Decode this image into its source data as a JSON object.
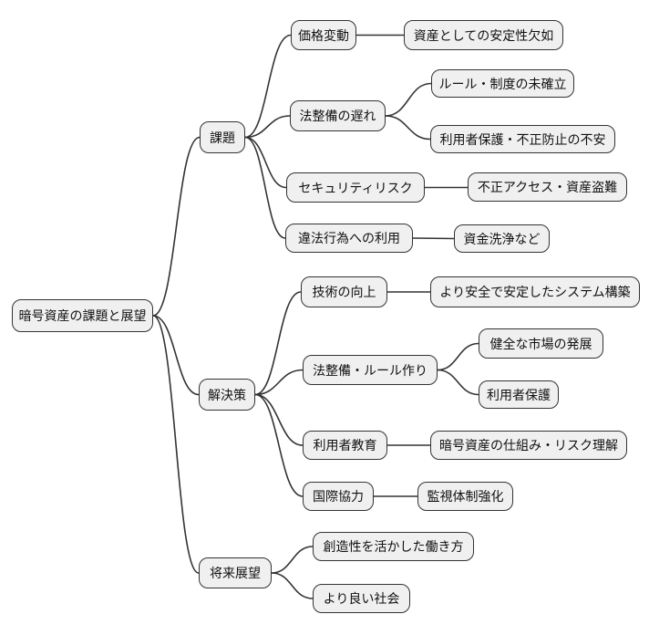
{
  "mindmap": {
    "title": "暗号資産の課題と展望",
    "root": {
      "label": "暗号資産の課題と展望"
    },
    "branches": [
      {
        "label": "課題",
        "children": [
          {
            "label": "価格変動",
            "children": [
              {
                "label": "資産としての安定性欠如"
              }
            ]
          },
          {
            "label": "法整備の遅れ",
            "children": [
              {
                "label": "ルール・制度の未確立"
              },
              {
                "label": "利用者保護・不正防止の不安"
              }
            ]
          },
          {
            "label": "セキュリティリスク",
            "children": [
              {
                "label": "不正アクセス・資産盗難"
              }
            ]
          },
          {
            "label": "違法行為への利用",
            "children": [
              {
                "label": "資金洗浄など"
              }
            ]
          }
        ]
      },
      {
        "label": "解決策",
        "children": [
          {
            "label": "技術の向上",
            "children": [
              {
                "label": "より安全で安定したシステム構築"
              }
            ]
          },
          {
            "label": "法整備・ルール作り",
            "children": [
              {
                "label": "健全な市場の発展"
              },
              {
                "label": "利用者保護"
              }
            ]
          },
          {
            "label": "利用者教育",
            "children": [
              {
                "label": "暗号資産の仕組み・リスク理解"
              }
            ]
          },
          {
            "label": "国際協力",
            "children": [
              {
                "label": "監視体制強化"
              }
            ]
          }
        ]
      },
      {
        "label": "将来展望",
        "children": [
          {
            "label": "創造性を活かした働き方"
          },
          {
            "label": "より良い社会"
          }
        ]
      }
    ],
    "colors": {
      "background": "#ffffff",
      "node_fill": "#f0f0f0",
      "node_border": "#333333",
      "edge": "#333333"
    }
  }
}
